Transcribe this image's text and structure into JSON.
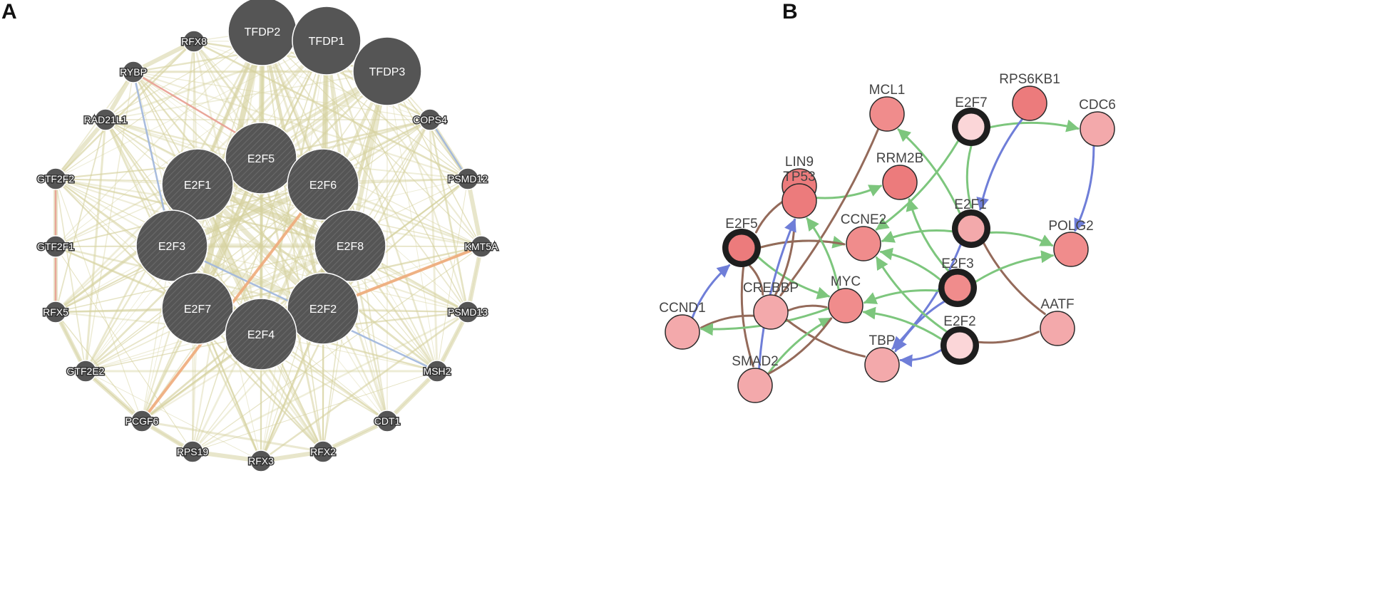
{
  "panels": [
    {
      "letter": "A",
      "nodes": [
        {
          "id": "TFDP2",
          "label": "TFDP2",
          "size": "large",
          "hatched": false
        },
        {
          "id": "TFDP1",
          "label": "TFDP1",
          "size": "large",
          "hatched": false
        },
        {
          "id": "TFDP3",
          "label": "TFDP3",
          "size": "large",
          "hatched": false
        },
        {
          "id": "E2F5",
          "label": "E2F5",
          "size": "large",
          "hatched": true
        },
        {
          "id": "E2F1",
          "label": "E2F1",
          "size": "large",
          "hatched": true
        },
        {
          "id": "E2F6",
          "label": "E2F6",
          "size": "large",
          "hatched": true
        },
        {
          "id": "E2F3",
          "label": "E2F3",
          "size": "large",
          "hatched": true
        },
        {
          "id": "E2F8",
          "label": "E2F8",
          "size": "large",
          "hatched": true
        },
        {
          "id": "E2F7",
          "label": "E2F7",
          "size": "large",
          "hatched": true
        },
        {
          "id": "E2F2",
          "label": "E2F2",
          "size": "large",
          "hatched": true
        },
        {
          "id": "E2F4",
          "label": "E2F4",
          "size": "large",
          "hatched": true
        },
        {
          "id": "RFX8",
          "label": "RFX8",
          "size": "small",
          "hatched": false
        },
        {
          "id": "RYBP",
          "label": "RYBP",
          "size": "small",
          "hatched": false
        },
        {
          "id": "RAD21L1",
          "label": "RAD21L1",
          "size": "small",
          "hatched": false
        },
        {
          "id": "GTF2F2",
          "label": "GTF2F2",
          "size": "small",
          "hatched": false
        },
        {
          "id": "GTF2F1",
          "label": "GTF2F1",
          "size": "small",
          "hatched": false
        },
        {
          "id": "RFX5",
          "label": "RFX5",
          "size": "small",
          "hatched": false
        },
        {
          "id": "GTF2E2",
          "label": "GTF2E2",
          "size": "small",
          "hatched": false
        },
        {
          "id": "PCGF6",
          "label": "PCGF6",
          "size": "small",
          "hatched": false
        },
        {
          "id": "RPS19",
          "label": "RPS19",
          "size": "small",
          "hatched": false
        },
        {
          "id": "RFX3",
          "label": "RFX3",
          "size": "small",
          "hatched": false
        },
        {
          "id": "RFX2",
          "label": "RFX2",
          "size": "small",
          "hatched": false
        },
        {
          "id": "CDT1",
          "label": "CDT1",
          "size": "small",
          "hatched": false
        },
        {
          "id": "MSH2",
          "label": "MSH2",
          "size": "small",
          "hatched": false
        },
        {
          "id": "PSMD13",
          "label": "PSMD13",
          "size": "small",
          "hatched": false
        },
        {
          "id": "KMT5A",
          "label": "KMT5A",
          "size": "small",
          "hatched": false
        },
        {
          "id": "PSMD12",
          "label": "PSMD12",
          "size": "small",
          "hatched": false
        },
        {
          "id": "COPS4",
          "label": "COPS4",
          "size": "small",
          "hatched": false
        }
      ],
      "highlighted_edges": [
        {
          "source": "RYBP",
          "target": "E2F6",
          "kind": "red"
        },
        {
          "source": "RYBP",
          "target": "E2F3",
          "kind": "blue"
        },
        {
          "source": "KMT5A",
          "target": "E2F2",
          "kind": "orange"
        },
        {
          "source": "MSH2",
          "target": "E2F3",
          "kind": "blue"
        },
        {
          "source": "PCGF6",
          "target": "E2F6",
          "kind": "orange"
        },
        {
          "source": "GTF2F2",
          "target": "RFX5",
          "kind": "red"
        },
        {
          "source": "COPS4",
          "target": "PSMD12",
          "kind": "blue"
        }
      ],
      "colors": {
        "node": "#555555",
        "edge": "#d6d2a0",
        "red": "#e89a8e",
        "blue": "#9bb4e0",
        "orange": "#f0a878"
      }
    },
    {
      "letter": "B",
      "nodes": [
        {
          "id": "MCL1",
          "label": "MCL1",
          "tone": "mid",
          "ring": false
        },
        {
          "id": "RPS6KB1",
          "label": "RPS6KB1",
          "tone": "dark",
          "ring": false
        },
        {
          "id": "E2F7",
          "label": "E2F7",
          "tone": "pale",
          "ring": true
        },
        {
          "id": "CDC6",
          "label": "CDC6",
          "tone": "light",
          "ring": false
        },
        {
          "id": "LIN9",
          "label": "LIN9",
          "tone": "dark",
          "ring": false
        },
        {
          "id": "RRM2B",
          "label": "RRM2B",
          "tone": "dark",
          "ring": false
        },
        {
          "id": "TP53",
          "label": "TP53",
          "tone": "dark",
          "ring": false
        },
        {
          "id": "E2F1",
          "label": "E2F1",
          "tone": "light",
          "ring": true
        },
        {
          "id": "POLG2",
          "label": "POLG2",
          "tone": "mid",
          "ring": false
        },
        {
          "id": "E2F5",
          "label": "E2F5",
          "tone": "dark",
          "ring": true
        },
        {
          "id": "CCNE2",
          "label": "CCNE2",
          "tone": "mid",
          "ring": false
        },
        {
          "id": "E2F3",
          "label": "E2F3",
          "tone": "mid",
          "ring": true
        },
        {
          "id": "CREBBP",
          "label": "CREBBP",
          "tone": "light",
          "ring": false
        },
        {
          "id": "MYC",
          "label": "MYC",
          "tone": "mid",
          "ring": false
        },
        {
          "id": "CCND1",
          "label": "CCND1",
          "tone": "light",
          "ring": false
        },
        {
          "id": "AATF",
          "label": "AATF",
          "tone": "light",
          "ring": false
        },
        {
          "id": "E2F2",
          "label": "E2F2",
          "tone": "pale",
          "ring": true
        },
        {
          "id": "TBP",
          "label": "TBP",
          "tone": "light",
          "ring": false
        },
        {
          "id": "SMAD2",
          "label": "SMAD2",
          "tone": "light",
          "ring": false
        }
      ],
      "edges": [
        {
          "source": "TP53",
          "target": "RRM2B",
          "kind": "green",
          "arrow": true
        },
        {
          "source": "E2F7",
          "target": "CDC6",
          "kind": "green",
          "arrow": true
        },
        {
          "source": "RPS6KB1",
          "target": "E2F1",
          "kind": "blue",
          "arrow": true
        },
        {
          "source": "CDC6",
          "target": "POLG2",
          "kind": "blue",
          "arrow": true
        },
        {
          "source": "LIN9",
          "target": "E2F5",
          "kind": "brown",
          "arrow": false
        },
        {
          "source": "MCL1",
          "target": "CREBBP",
          "kind": "brown",
          "arrow": false
        },
        {
          "source": "E2F1",
          "target": "MCL1",
          "kind": "green",
          "arrow": true
        },
        {
          "source": "E2F7",
          "target": "CCNE2",
          "kind": "green",
          "arrow": true
        },
        {
          "source": "E2F7",
          "target": "E2F1",
          "kind": "green",
          "arrow": false
        },
        {
          "source": "E2F5",
          "target": "CCNE2",
          "kind": "green",
          "arrow": true
        },
        {
          "source": "E2F1",
          "target": "CCNE2",
          "kind": "green",
          "arrow": true
        },
        {
          "source": "E2F1",
          "target": "POLG2",
          "kind": "green",
          "arrow": true
        },
        {
          "source": "E2F1",
          "target": "AATF",
          "kind": "brown",
          "arrow": false
        },
        {
          "source": "E2F1",
          "target": "TBP",
          "kind": "blue",
          "arrow": true
        },
        {
          "source": "E2F3",
          "target": "CCNE2",
          "kind": "green",
          "arrow": true
        },
        {
          "source": "E2F3",
          "target": "POLG2",
          "kind": "green",
          "arrow": true
        },
        {
          "source": "E2F3",
          "target": "MYC",
          "kind": "green",
          "arrow": true
        },
        {
          "source": "E2F3",
          "target": "RRM2B",
          "kind": "green",
          "arrow": true
        },
        {
          "source": "E2F3",
          "target": "TBP",
          "kind": "blue",
          "arrow": true
        },
        {
          "source": "E2F2",
          "target": "TBP",
          "kind": "blue",
          "arrow": true
        },
        {
          "source": "E2F2",
          "target": "MYC",
          "kind": "green",
          "arrow": true
        },
        {
          "source": "E2F2",
          "target": "CCNE2",
          "kind": "green",
          "arrow": true
        },
        {
          "source": "E2F2",
          "target": "AATF",
          "kind": "brown",
          "arrow": false
        },
        {
          "source": "CCND1",
          "target": "E2F5",
          "kind": "blue",
          "arrow": true
        },
        {
          "source": "E2F5",
          "target": "MYC",
          "kind": "green",
          "arrow": true
        },
        {
          "source": "E2F5",
          "target": "CREBBP",
          "kind": "brown",
          "arrow": false
        },
        {
          "source": "E2F5",
          "target": "SMAD2",
          "kind": "brown",
          "arrow": false
        },
        {
          "source": "E2F5",
          "target": "CCNE2",
          "kind": "brown",
          "arrow": false
        },
        {
          "source": "CREBBP",
          "target": "TP53",
          "kind": "brown",
          "arrow": false
        },
        {
          "source": "SMAD2",
          "target": "TP53",
          "kind": "blue",
          "arrow": true
        },
        {
          "source": "MYC",
          "target": "TP53",
          "kind": "green",
          "arrow": true
        },
        {
          "source": "CREBBP",
          "target": "MYC",
          "kind": "brown",
          "arrow": false
        },
        {
          "source": "CREBBP",
          "target": "CCND1",
          "kind": "brown",
          "arrow": false
        },
        {
          "source": "MYC",
          "target": "CCND1",
          "kind": "green",
          "arrow": true
        },
        {
          "source": "CREBBP",
          "target": "TBP",
          "kind": "brown",
          "arrow": false
        },
        {
          "source": "SMAD2",
          "target": "MYC",
          "kind": "green",
          "arrow": true
        },
        {
          "source": "SMAD2",
          "target": "MYC",
          "kind": "brown",
          "arrow": false
        }
      ],
      "colors": {
        "dark": "#ec7b7c",
        "mid": "#f08c8c",
        "light": "#f3a9ab",
        "pale": "#fbd6d8",
        "ring": "#1e1e1e",
        "green": "#7dc67d",
        "blue": "#6f7ed8",
        "brown": "#946a5a",
        "label": "#444444"
      }
    }
  ]
}
